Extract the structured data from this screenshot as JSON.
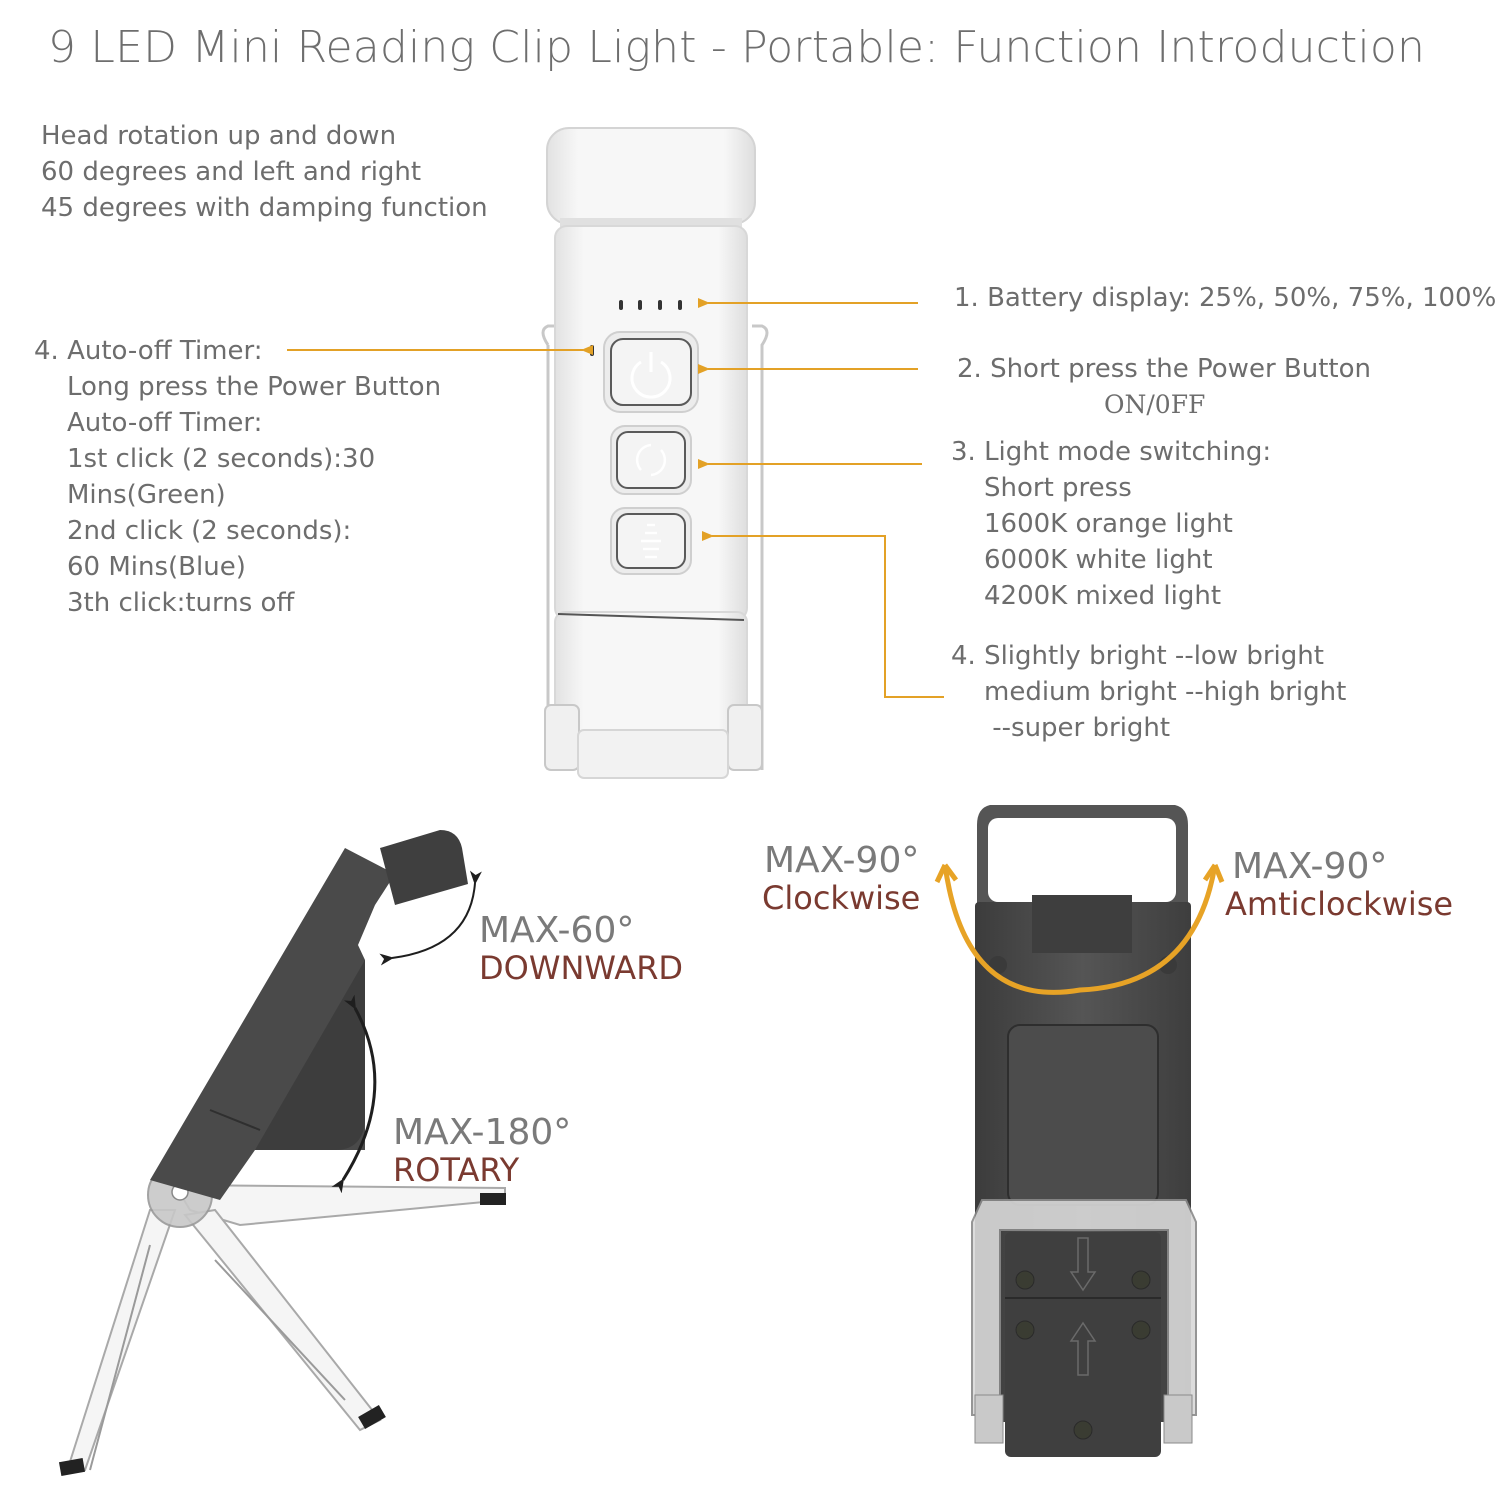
{
  "title": "9 LED Mini Reading Clip Light - Portable: Function Introduction",
  "colors": {
    "text_gray": "#6d6d6d",
    "callout_arrow": "#e3a126",
    "direction_label": "#7a3a30",
    "device_white": "#f2f2f2",
    "device_dark": "#4a4a4a",
    "rotation_arc": "#e7a326"
  },
  "head_rotation_note": {
    "lines": [
      "Head rotation up and down",
      "60 degrees and left and right",
      "45 degrees with damping function"
    ]
  },
  "callouts_left": {
    "auto_off_timer": {
      "heading": "4. Auto-off Timer:",
      "lines": [
        "Long press the Power Button",
        "Auto-off Timer:",
        "1st click (2 seconds):30",
        "Mins(Green)",
        "2nd click (2 seconds):",
        "60 Mins(Blue)",
        "3th click:turns off"
      ],
      "target": "timer-indicator-led"
    }
  },
  "callouts_right": [
    {
      "heading": "1. Battery display: 25%, 50%, 75%, 100%",
      "lines": [],
      "target": "battery-indicator-leds"
    },
    {
      "heading": "2. Short press the Power Button",
      "lines": [
        "ON/0FF"
      ],
      "target": "power-button"
    },
    {
      "heading": "3. Light mode switching:",
      "lines": [
        "Short press",
        "1600K orange light",
        "6000K white light",
        "4200K mixed light"
      ],
      "target": "mode-button"
    },
    {
      "heading": "4. Slightly bright --low bright",
      "lines": [
        "medium bright --high bright",
        " --super bright"
      ],
      "target": "brightness-button"
    }
  ],
  "device_front": {
    "battery_leds": 4,
    "buttons": [
      {
        "name": "power",
        "icon": "power-icon"
      },
      {
        "name": "mode",
        "icon": "cycle-icon"
      },
      {
        "name": "brightness",
        "icon": "brightness-bars-icon"
      }
    ]
  },
  "side_view": {
    "head_angle": {
      "value": "MAX-60°",
      "direction": "DOWNWARD"
    },
    "body_angle": {
      "value": "MAX-180°",
      "direction": "ROTARY"
    }
  },
  "back_view": {
    "left_angle": {
      "value": "MAX-90°",
      "direction": "Clockwise"
    },
    "right_angle": {
      "value": "MAX-90°",
      "direction": "Amticlockwise"
    }
  }
}
